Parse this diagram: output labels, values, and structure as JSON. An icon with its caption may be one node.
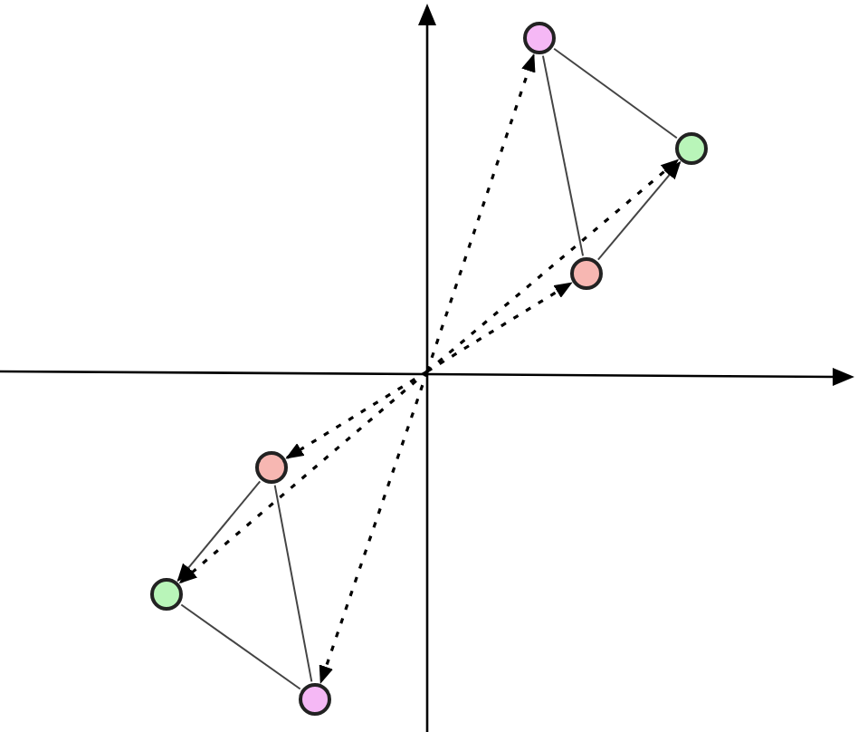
{
  "diagram": {
    "nodes": [
      {
        "text": [],
        "shape": "circle"
      },
      {
        "text": [],
        "shape": "circle"
      },
      {
        "text": [],
        "shape": "circle"
      },
      {
        "text": [],
        "shape": "circle"
      },
      {
        "text": [],
        "shape": "circle"
      },
      {
        "text": [],
        "shape": "circle"
      }
    ],
    "edges": [
      {
        "from": null,
        "to": 0,
        "arrow": "to",
        "style": "dashed"
      },
      {
        "from": null,
        "to": 1,
        "arrow": "to",
        "style": "dashed"
      },
      {
        "from": null,
        "to": 2,
        "arrow": "to",
        "style": "dashed"
      },
      {
        "from": 2,
        "to": 0,
        "arrow": "none"
      },
      {
        "from": 0,
        "to": 1,
        "arrow": "none"
      },
      {
        "from": 2,
        "to": 1,
        "arrow": "to"
      },
      {
        "from": null,
        "to": 3,
        "arrow": "to",
        "style": "dashed"
      },
      {
        "from": null,
        "to": 4,
        "arrow": "to",
        "style": "dashed"
      },
      {
        "from": null,
        "to": 5,
        "arrow": "to",
        "style": "dashed"
      },
      {
        "from": 3,
        "to": 4,
        "arrow": "to"
      },
      {
        "from": 3,
        "to": 5,
        "arrow": "none"
      },
      {
        "from": 4,
        "to": 5,
        "arrow": "none"
      }
    ]
  }
}
